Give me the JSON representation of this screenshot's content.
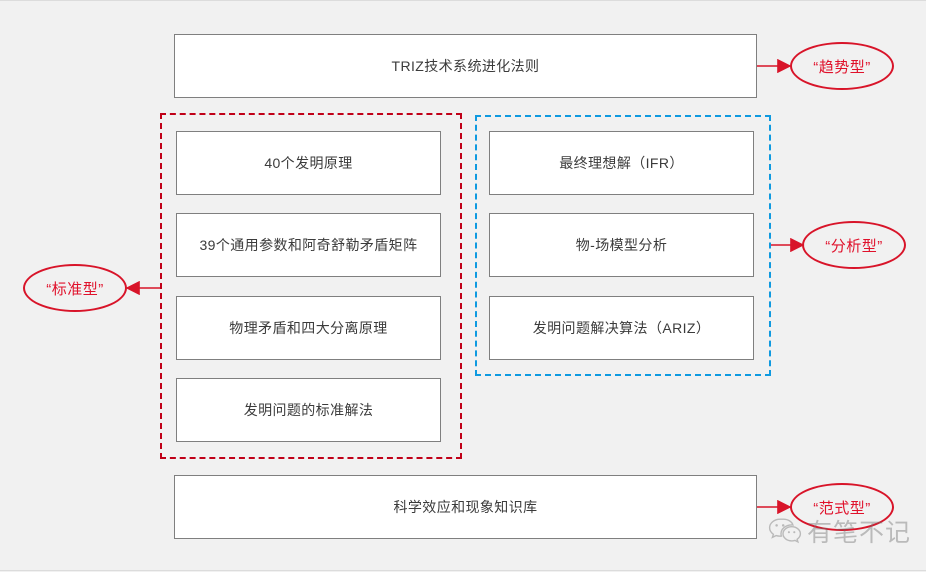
{
  "diagram": {
    "title_node": {
      "label": "TRIZ技术系统进化法则"
    },
    "bottom_node": {
      "label": "科学效应和现象知识库"
    },
    "left_group": {
      "border_color": "#c00018",
      "style": "dashed",
      "items": [
        {
          "label": "40个发明原理"
        },
        {
          "label": "39个通用参数和阿奇舒勒矛盾矩阵"
        },
        {
          "label": "物理矛盾和四大分离原理"
        },
        {
          "label": "发明问题的标准解法"
        }
      ]
    },
    "right_group": {
      "border_color": "#0f9ae0",
      "style": "dashed",
      "items": [
        {
          "label": "最终理想解（IFR）"
        },
        {
          "label": "物-场模型分析"
        },
        {
          "label": "发明问题解决算法（ARIZ）"
        }
      ]
    },
    "callouts": [
      {
        "label": "“趋势型”",
        "color": "#e0112b"
      },
      {
        "label": "“分析型”",
        "color": "#e0112b"
      },
      {
        "label": "“标准型”",
        "color": "#e0112b"
      },
      {
        "label": "“范式型”",
        "color": "#e0112b"
      }
    ],
    "watermark": {
      "text": "有笔不记",
      "icon": "wechat-icon"
    },
    "colors": {
      "background": "#f1f1f1",
      "node_fill": "#ffffff",
      "node_border": "#7f7f7f",
      "accent_red": "#d81429",
      "accent_blue": "#0f9ae0"
    }
  }
}
